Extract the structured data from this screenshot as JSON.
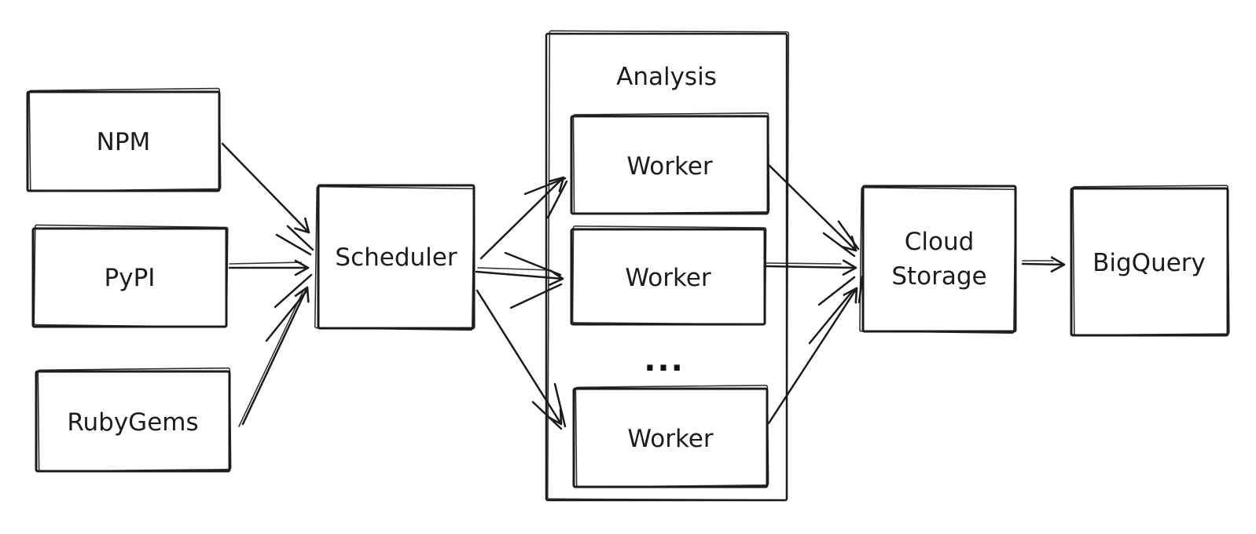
{
  "diagram": {
    "type": "flow-diagram",
    "style": {
      "ink_color": "#1b1b1b",
      "background_color": "#ffffff"
    },
    "sources": [
      {
        "label": "NPM"
      },
      {
        "label": "PyPI"
      },
      {
        "label": "RubyGems"
      }
    ],
    "scheduler": {
      "label": "Scheduler"
    },
    "analysis": {
      "title": "Analysis",
      "workers": [
        {
          "label": "Worker"
        },
        {
          "label": "Worker"
        },
        {
          "label": "Worker"
        }
      ],
      "ellipsis": "..."
    },
    "cloud_storage": {
      "line1": "Cloud",
      "line2": "Storage"
    },
    "bigquery": {
      "label": "BigQuery"
    },
    "edges": [
      {
        "from": "NPM",
        "to": "Scheduler"
      },
      {
        "from": "PyPI",
        "to": "Scheduler"
      },
      {
        "from": "RubyGems",
        "to": "Scheduler"
      },
      {
        "from": "Scheduler",
        "to": "Worker-1"
      },
      {
        "from": "Scheduler",
        "to": "Worker-2"
      },
      {
        "from": "Scheduler",
        "to": "Worker-3"
      },
      {
        "from": "Worker-1",
        "to": "Cloud Storage"
      },
      {
        "from": "Worker-2",
        "to": "Cloud Storage"
      },
      {
        "from": "Worker-3",
        "to": "Cloud Storage"
      },
      {
        "from": "Cloud Storage",
        "to": "BigQuery"
      }
    ]
  }
}
